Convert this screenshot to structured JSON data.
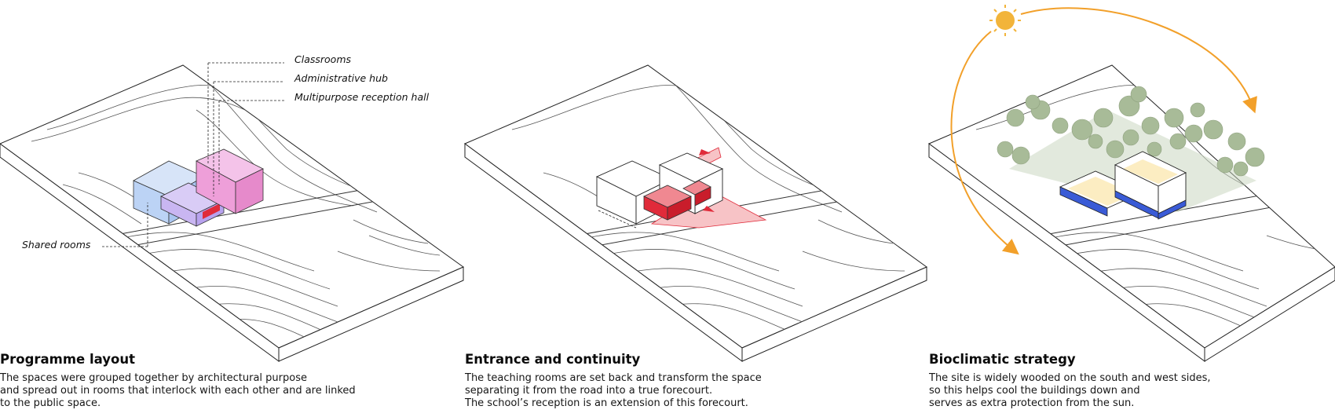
{
  "panels": [
    {
      "title": "Programme layout",
      "lines": [
        "The spaces were grouped together by architectural purpose",
        "and spread out in rooms that interlock with each other and are linked",
        "to the public space."
      ],
      "labels": {
        "classrooms": "Classrooms",
        "admin": "Administrative hub",
        "hall": "Multipurpose reception hall",
        "shared": "Shared rooms"
      }
    },
    {
      "title": "Entrance and continuity",
      "lines": [
        "The teaching rooms are set back and transform the space",
        "separating it from the road into a true forecourt.",
        "The school’s reception is an extension of this forecourt."
      ]
    },
    {
      "title": "Bioclimatic strategy",
      "lines": [
        "The site is widely wooded on the south and west sides,",
        "so this helps cool the buildings down and",
        "serves as extra protection from the sun."
      ]
    }
  ],
  "colors": {
    "classrooms": "#bcd3f5",
    "admin": "#c9b6f2",
    "hall": "#ee9fd9",
    "accent_red": "#e02b3a",
    "sun": "#f2b43a",
    "trees": "#a8bb98",
    "blue": "#3a5bd6",
    "cream": "#fbe6a8"
  },
  "icons": [
    "sun-icon",
    "arrow-icon"
  ]
}
